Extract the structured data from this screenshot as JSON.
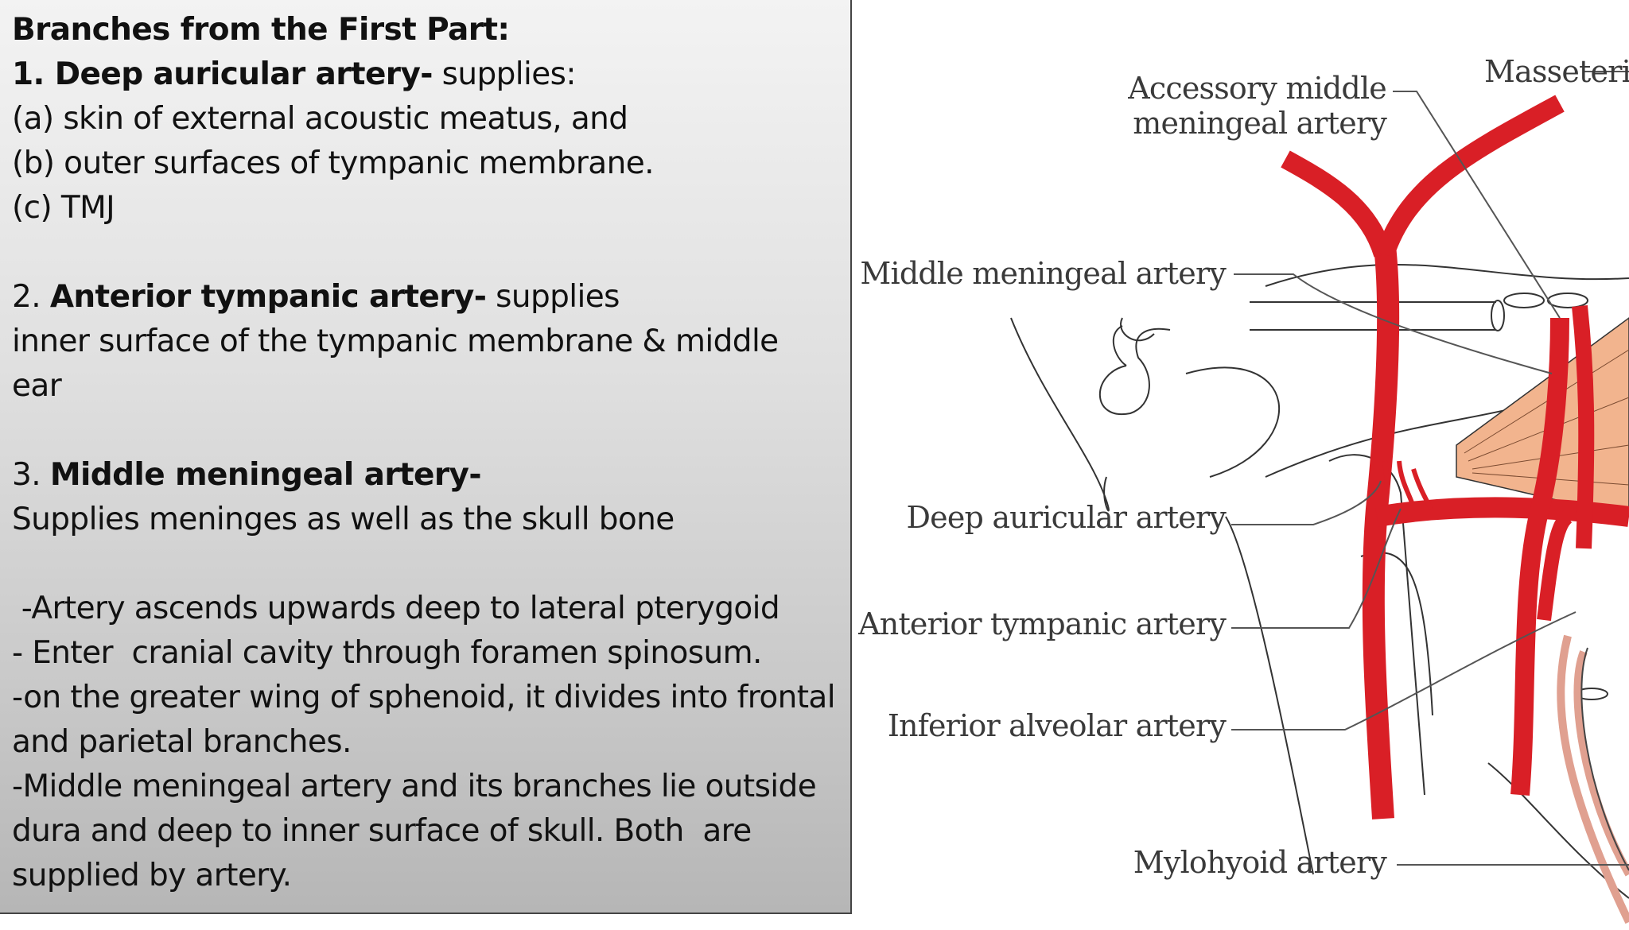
{
  "text_panel": {
    "heading": "Branches from the First Part:",
    "item1": {
      "title": "1. Deep auricular artery-",
      "intro": " supplies:",
      "a": "(a) skin of external acoustic meatus, and",
      "b": "(b) outer surfaces of tympanic membrane.",
      "c": "(c) TMJ"
    },
    "item2": {
      "num": "2. ",
      "title": "Anterior tympanic artery-",
      "rest": " supplies",
      "line2": " inner surface of the tympanic membrane & middle",
      "line3": "ear"
    },
    "item3": {
      "num": "3. ",
      "title": "Middle meningeal artery-",
      "line2": "Supplies meninges as well as the skull bone",
      "bullets": [
        " -Artery ascends upwards deep to lateral pterygoid",
        "- Enter  cranial cavity through foramen spinosum.",
        "-on the greater wing of sphenoid, it divides into frontal",
        "and parietal branches.",
        "-Middle meningeal artery and its branches lie outside",
        "dura and deep to inner surface of skull. Both  are",
        "supplied by artery."
      ]
    }
  },
  "diagram": {
    "labels": {
      "accessory_1": "Accessory middle",
      "accessory_2": "meningeal artery",
      "masseteric": "Masseteric",
      "middle_meningeal": "Middle meningeal artery",
      "deep_auricular": "Deep auricular artery",
      "anterior_tympanic": "Anterior tympanic artery",
      "inferior_alveolar": "Inferior alveolar artery",
      "mylohyoid": "Mylohyoid artery"
    },
    "colors": {
      "artery": "#d91f26",
      "artery_pale": "#e0a090",
      "muscle": "#f2b48e",
      "outline": "#333333",
      "leader": "#555555"
    }
  }
}
